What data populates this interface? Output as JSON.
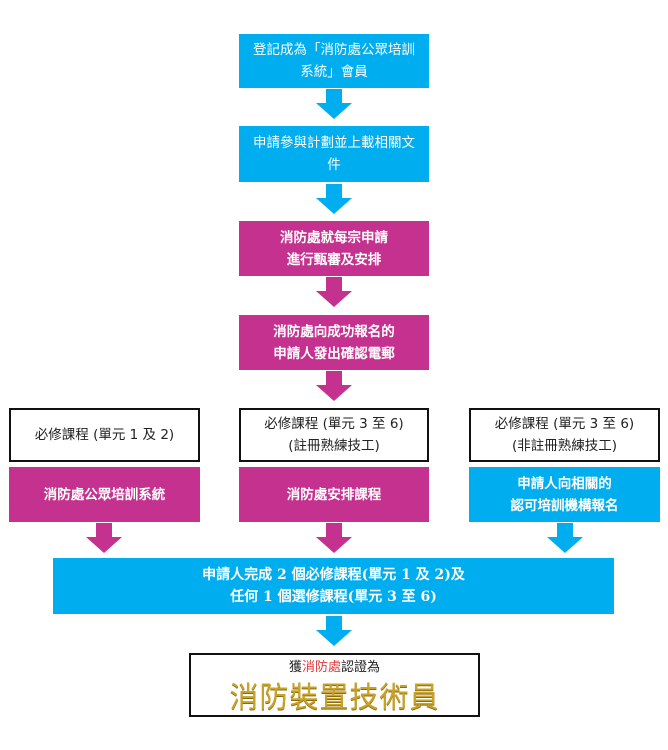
{
  "colors": {
    "blue": "#00adef",
    "magenta": "#c4318f",
    "outline_border": "#111111",
    "highlight_red": "#e03a3a",
    "gold": "#c9a227"
  },
  "steps": {
    "register": {
      "line1": "登記成為「消防處公眾培訓",
      "line2": "系統」會員"
    },
    "apply": {
      "line1": "申請參與計劃並上載相關文",
      "line2": "件"
    },
    "screening": {
      "line1": "消防處就每宗申請",
      "line2": "進行甄審及安排"
    },
    "confirmation": {
      "line1": "消防處向成功報名的",
      "line2": "申請人發出確認電郵"
    }
  },
  "branches": [
    {
      "header_line1": "必修課程  (單元 1 及 2)",
      "header_line2": "",
      "action_line1": "消防處公眾培訓系統",
      "action_line2": ""
    },
    {
      "header_line1": "必修課程  (單元 3 至 6)",
      "header_line2": "(註冊熟練技工)",
      "action_line1": "消防處安排課程",
      "action_line2": ""
    },
    {
      "header_line1": "必修課程  (單元 3 至 6)",
      "header_line2": "(非註冊熟練技工)",
      "action_line1": "申請人向相關的",
      "action_line2": "認可培訓機構報名"
    }
  ],
  "completion": {
    "line1": "申請人完成 2 個必修課程(單元 1 及 2)及",
    "line2": "任何 1 個選修課程(單元 3 至 6)"
  },
  "result": {
    "prefix": "獲",
    "highlight": "消防處",
    "suffix": "認證為",
    "title": "消防裝置技術員"
  }
}
